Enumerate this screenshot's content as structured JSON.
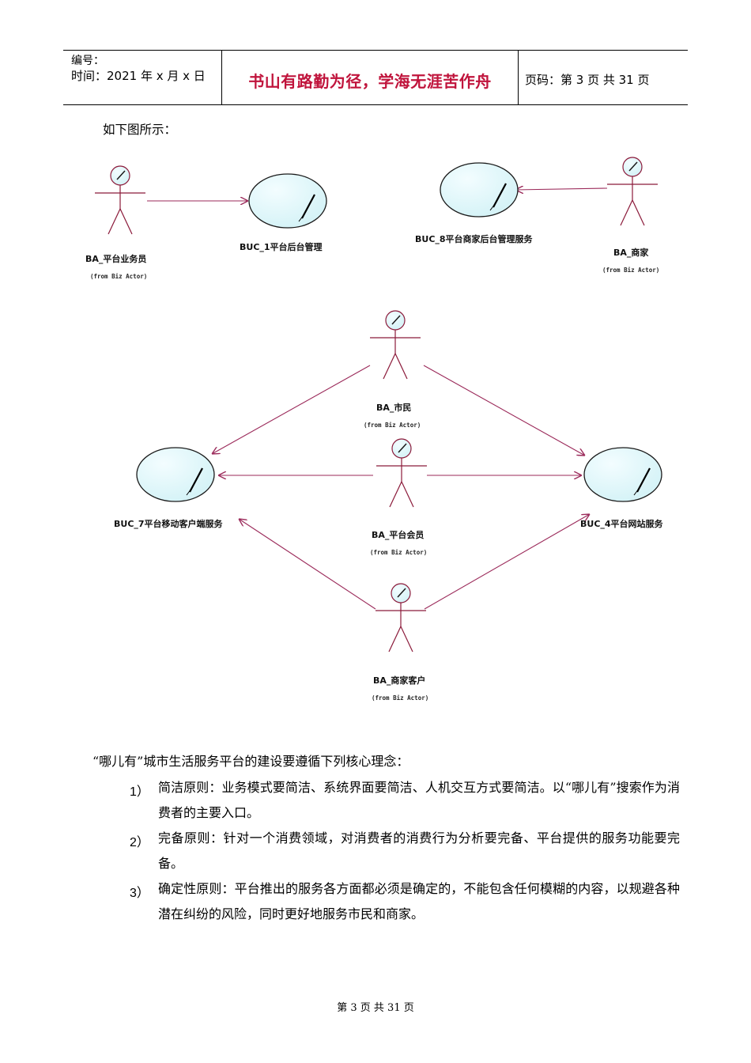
{
  "header": {
    "number_label": "编号：",
    "time_label": "时间：2021 年 x 月 x 日",
    "motto": "书山有路勤为径，学海无涯苦作舟",
    "page_label": "页码：第 3 页  共 31 页"
  },
  "intro": "如下图所示：",
  "diagram": {
    "from_text": "(from Biz Actor)",
    "actors": {
      "staff": "BA_平台业务员",
      "merchant": "BA_商家",
      "citizen": "BA_市民",
      "member": "BA_平台会员",
      "merchant_customer": "BA_商家客户"
    },
    "use_cases": {
      "buc1": "BUC_1平台后台管理",
      "buc8": "BUC_8平台商家后台管理服务",
      "buc7": "BUC_7平台移动客户端服务",
      "buc4": "BUC_4平台网站服务"
    }
  },
  "lead": "“哪儿有”城市生活服务平台的建设要遵循下列核心理念：",
  "principles": [
    {
      "num": "1）",
      "text": "简洁原则：业务模式要简洁、系统界面要简洁、人机交互方式要简洁。以“哪儿有”搜索作为消费者的主要入口。"
    },
    {
      "num": "2）",
      "text": "完备原则：针对一个消费领域，对消费者的消费行为分析要完备、平台提供的服务功能要完备。"
    },
    {
      "num": "3）",
      "text": "确定性原则：平台推出的服务各方面都必须是确定的，不能包含任何模糊的内容，以规避各种潜在纠纷的风险，同时更好地服务市民和商家。"
    }
  ],
  "footer": "第 3 页 共 31 页",
  "colors": {
    "motto": "#c0143c",
    "actor_line": "#8b1a3a",
    "usecase_fill": "#d6f3f7",
    "association": "#9b2a5a"
  }
}
